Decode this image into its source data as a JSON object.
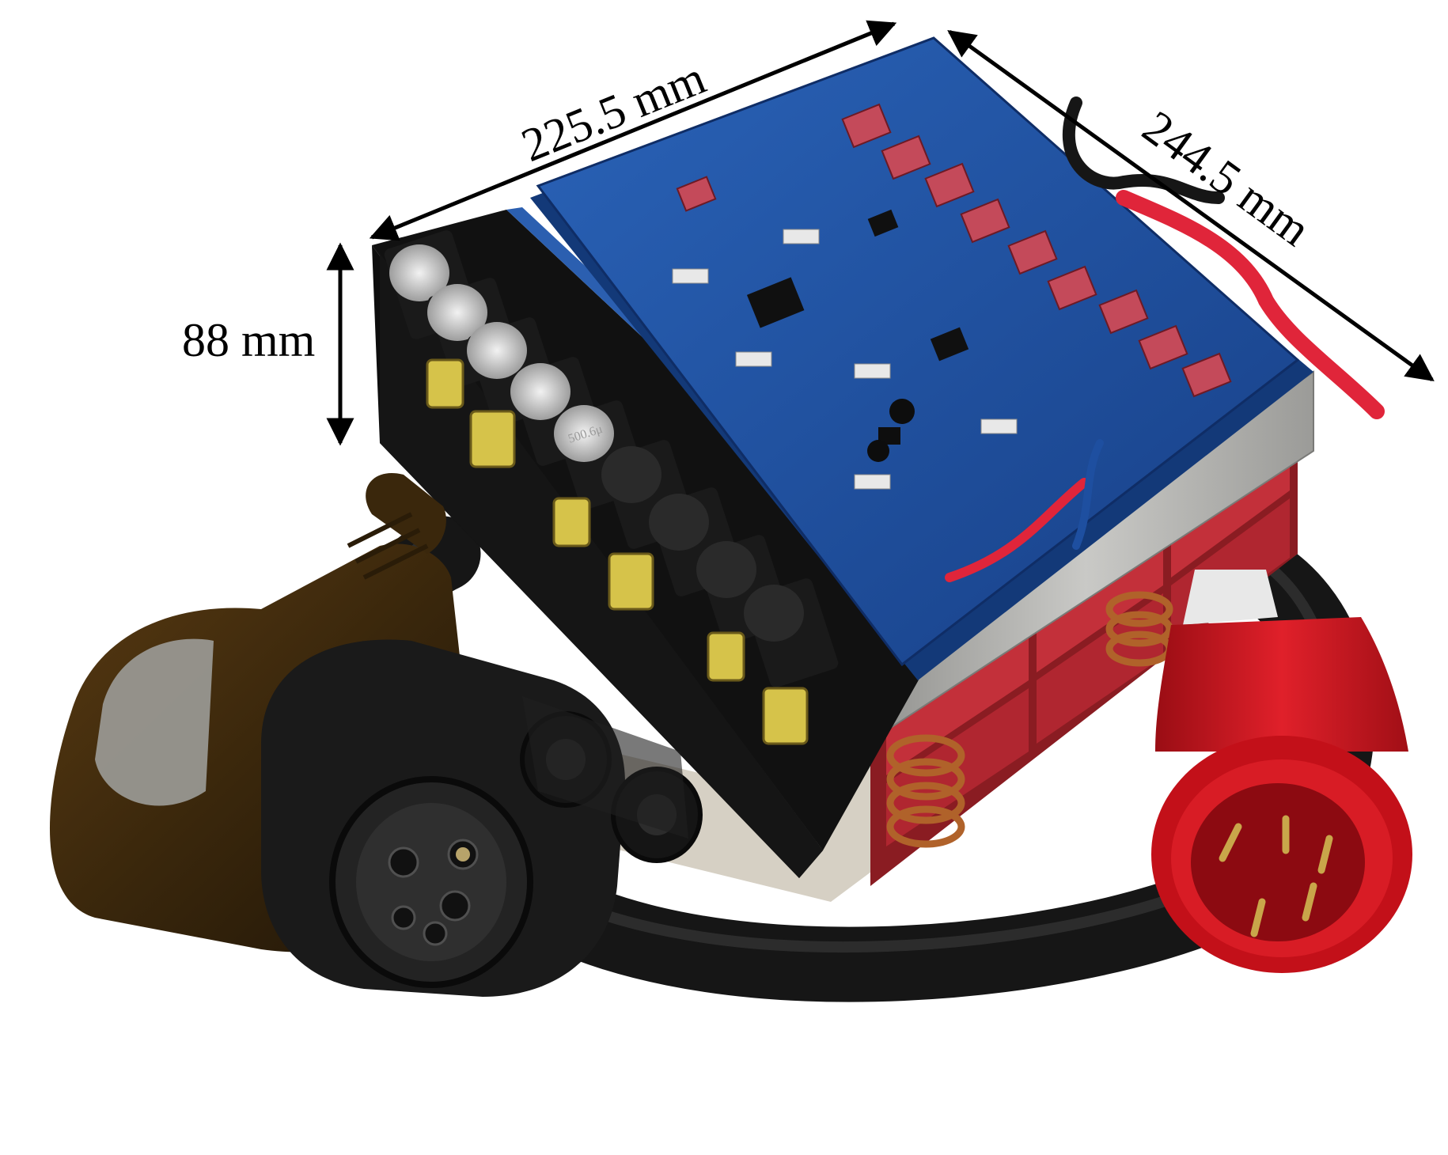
{
  "dimensions": {
    "width_label": "225.5 mm",
    "depth_label": "244.5 mm",
    "height_label": "88 mm"
  },
  "capacitor_marking": "500.6μ",
  "colors": {
    "pcb_blue": "#1e4fa0",
    "capacitor_black": "#1a1a1a",
    "plug_red": "#d0121b",
    "inductor_red": "#c3303a",
    "copper": "#b0622a",
    "cable_black": "#161616",
    "heatsink_silver": "#b7b7b5"
  }
}
